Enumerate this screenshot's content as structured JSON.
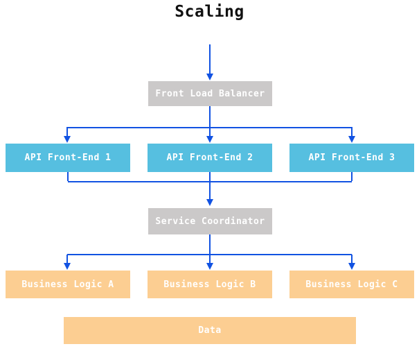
{
  "title": "Scaling",
  "colors": {
    "arrow": "#1152E2",
    "load-balancer": "#CBC9C9",
    "api": "#56BFE0",
    "logic": "#FCCE92",
    "box-text": "#FFFFFF",
    "title-text": "#111111"
  },
  "nodes": {
    "front_load_balancer": {
      "label": "Front Load Balancer"
    },
    "api_front_end_1": {
      "label": "API Front-End 1"
    },
    "api_front_end_2": {
      "label": "API Front-End 2"
    },
    "api_front_end_3": {
      "label": "API Front-End 3"
    },
    "service_coordinator": {
      "label": "Service Coordinator"
    },
    "business_logic_a": {
      "label": "Business Logic A"
    },
    "business_logic_b": {
      "label": "Business Logic B"
    },
    "business_logic_c": {
      "label": "Business Logic C"
    },
    "data": {
      "label": "Data"
    }
  },
  "edges": [
    {
      "from": "title",
      "to": "front_load_balancer"
    },
    {
      "from": "front_load_balancer",
      "to": "api_front_end_1"
    },
    {
      "from": "front_load_balancer",
      "to": "api_front_end_2"
    },
    {
      "from": "front_load_balancer",
      "to": "api_front_end_3"
    },
    {
      "from": "api_front_end_1",
      "to": "service_coordinator"
    },
    {
      "from": "api_front_end_2",
      "to": "service_coordinator"
    },
    {
      "from": "api_front_end_3",
      "to": "service_coordinator"
    },
    {
      "from": "service_coordinator",
      "to": "business_logic_a"
    },
    {
      "from": "service_coordinator",
      "to": "business_logic_b"
    },
    {
      "from": "service_coordinator",
      "to": "business_logic_c"
    }
  ]
}
